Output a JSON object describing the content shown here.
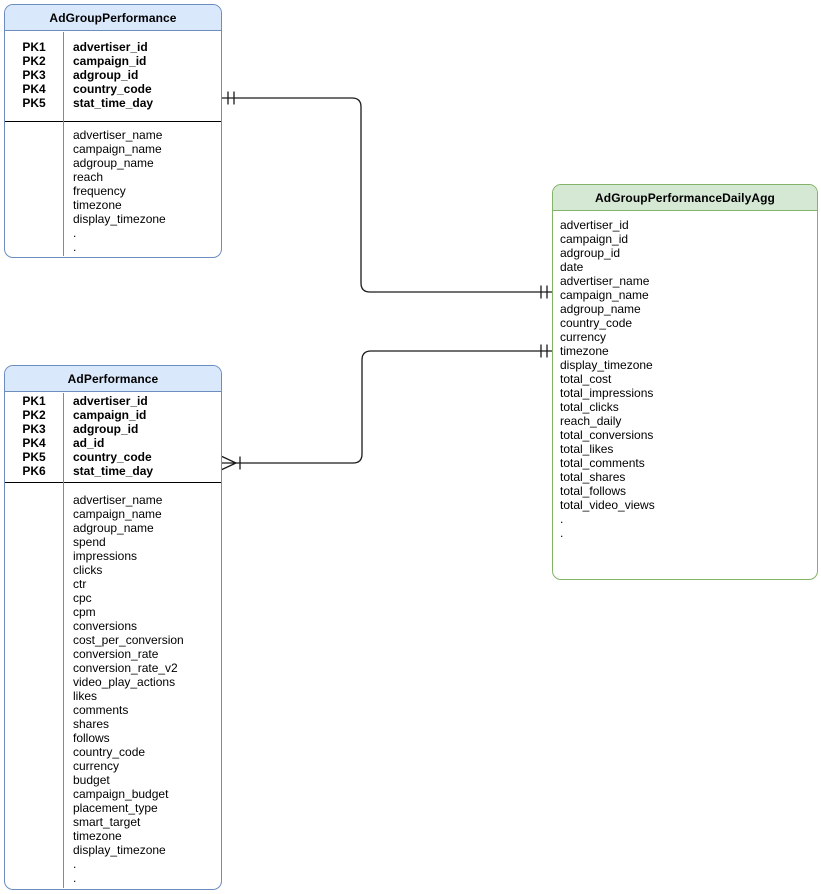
{
  "diagram": {
    "tables": [
      {
        "title": "AdGroupPerformance",
        "header_fill": "#dae8fc",
        "border_color": "#6c8ebf",
        "primary_keys": [
          {
            "tag": "PK1",
            "name": "advertiser_id"
          },
          {
            "tag": "PK2",
            "name": "campaign_id"
          },
          {
            "tag": "PK3",
            "name": "adgroup_id"
          },
          {
            "tag": "PK4",
            "name": "country_code"
          },
          {
            "tag": "PK5",
            "name": "stat_time_day"
          }
        ],
        "columns": [
          "advertiser_name",
          "campaign_name",
          "adgroup_name",
          "reach",
          "frequency",
          "timezone",
          "display_timezone",
          ".",
          "."
        ]
      },
      {
        "title": "AdPerformance",
        "header_fill": "#dae8fc",
        "border_color": "#6c8ebf",
        "primary_keys": [
          {
            "tag": "PK1",
            "name": "advertiser_id"
          },
          {
            "tag": "PK2",
            "name": "campaign_id"
          },
          {
            "tag": "PK3",
            "name": "adgroup_id"
          },
          {
            "tag": "PK4",
            "name": "ad_id"
          },
          {
            "tag": "PK5",
            "name": "country_code"
          },
          {
            "tag": "PK6",
            "name": "stat_time_day"
          }
        ],
        "columns": [
          "advertiser_name",
          "campaign_name",
          "adgroup_name",
          "spend",
          "impressions",
          "clicks",
          "ctr",
          "cpc",
          "cpm",
          "conversions",
          "cost_per_conversion",
          "conversion_rate",
          "conversion_rate_v2",
          "video_play_actions",
          "likes",
          "comments",
          "shares",
          "follows",
          "country_code",
          "currency",
          "budget",
          "campaign_budget",
          "placement_type",
          "smart_target",
          "timezone",
          "display_timezone",
          ".",
          "."
        ]
      },
      {
        "title": "AdGroupPerformanceDailyAgg",
        "header_fill": "#d5e8d4",
        "border_color": "#82b366",
        "primary_keys": [],
        "columns": [
          "advertiser_id",
          "campaign_id",
          "adgroup_id",
          "date",
          "advertiser_name",
          "campaign_name",
          "adgroup_name",
          "country_code",
          "currency",
          "timezone",
          "display_timezone",
          "total_cost",
          "total_impressions",
          "total_clicks",
          "reach_daily",
          "total_conversions",
          "total_likes",
          "total_comments",
          "total_shares",
          "total_follows",
          "total_video_views",
          ".",
          "."
        ]
      }
    ],
    "relationships": [
      {
        "from": "AdGroupPerformance",
        "to": "AdGroupPerformanceDailyAgg",
        "from_cardinality": "one-and-only-one",
        "to_cardinality": "one-and-only-one"
      },
      {
        "from": "AdPerformance",
        "to": "AdGroupPerformanceDailyAgg",
        "from_cardinality": "one-or-many",
        "to_cardinality": "one-and-only-one"
      }
    ],
    "line_color": "#1a1a1a"
  }
}
